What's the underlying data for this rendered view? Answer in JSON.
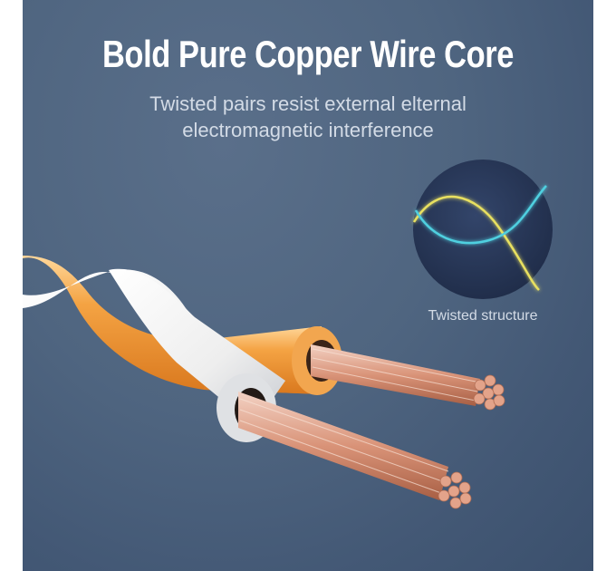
{
  "header": {
    "title": "Bold Pure Copper Wire Core",
    "subtitle_line1": "Twisted pairs resist external elternal",
    "subtitle_line2": "electromagnetic interference"
  },
  "inset": {
    "label": "Twisted structure",
    "icon": "twisted-waves-icon",
    "wave_colors": {
      "yellow": "#e8e060",
      "cyan": "#4fd0e0"
    }
  },
  "product": {
    "description": "twisted pair cable with exposed copper strands",
    "insulation_colors": {
      "orange": "#f0952e",
      "white": "#f2f2f2"
    },
    "copper_color": "#d9957a"
  },
  "theme": {
    "background": "#4f6580",
    "text": "#ffffff",
    "muted_text": "#d3dbe6"
  }
}
